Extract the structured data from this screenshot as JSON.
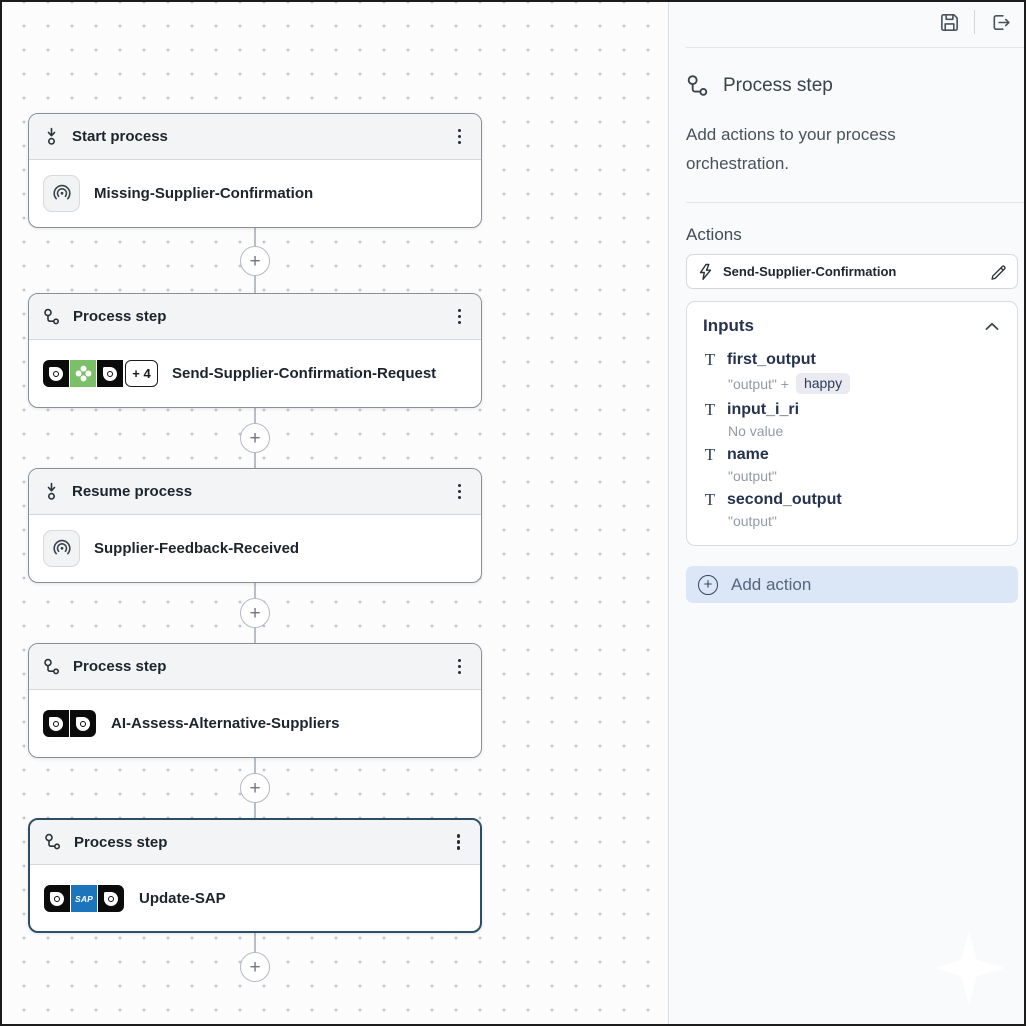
{
  "toolbar": {
    "save_icon": "save-icon",
    "sign_out_icon": "sign-out-icon"
  },
  "colors": {
    "selected_node_border": "#2d4f66",
    "add_action_bg": "#dbe6f6",
    "chip_bg": "#e9ebf0",
    "app_green": "#7cbf69",
    "app_sap_blue": "#1b74bc",
    "app_black": "#0b0b0c"
  },
  "canvas": {
    "nodes": [
      {
        "header": "Start process",
        "name": "Missing-Supplier-Confirmation",
        "icon": "signal-trigger-icon"
      },
      {
        "header": "Process step",
        "name": "Send-Supplier-Confirmation-Request",
        "extra": "+ 4"
      },
      {
        "header": "Resume process",
        "name": "Supplier-Feedback-Received",
        "icon": "signal-trigger-icon"
      },
      {
        "header": "Process step",
        "name": "AI-Assess-Alternative-Suppliers"
      },
      {
        "header": "Process step",
        "name": "Update-SAP",
        "selected": true,
        "sap_label": "SAP"
      }
    ]
  },
  "panel": {
    "title": "Process step",
    "description": "Add actions to your process orchestration.",
    "actions_label": "Actions",
    "action": {
      "name": "Send-Supplier-Confirmation"
    },
    "inputs": {
      "title": "Inputs",
      "items": [
        {
          "name": "first_output",
          "value": "\"output\" +",
          "chip": "happy"
        },
        {
          "name": "input_i_ri",
          "value": "No value"
        },
        {
          "name": "name",
          "value": "\"output\""
        },
        {
          "name": "second_output",
          "value": "\"output\""
        }
      ]
    },
    "add_action_label": "Add action"
  }
}
